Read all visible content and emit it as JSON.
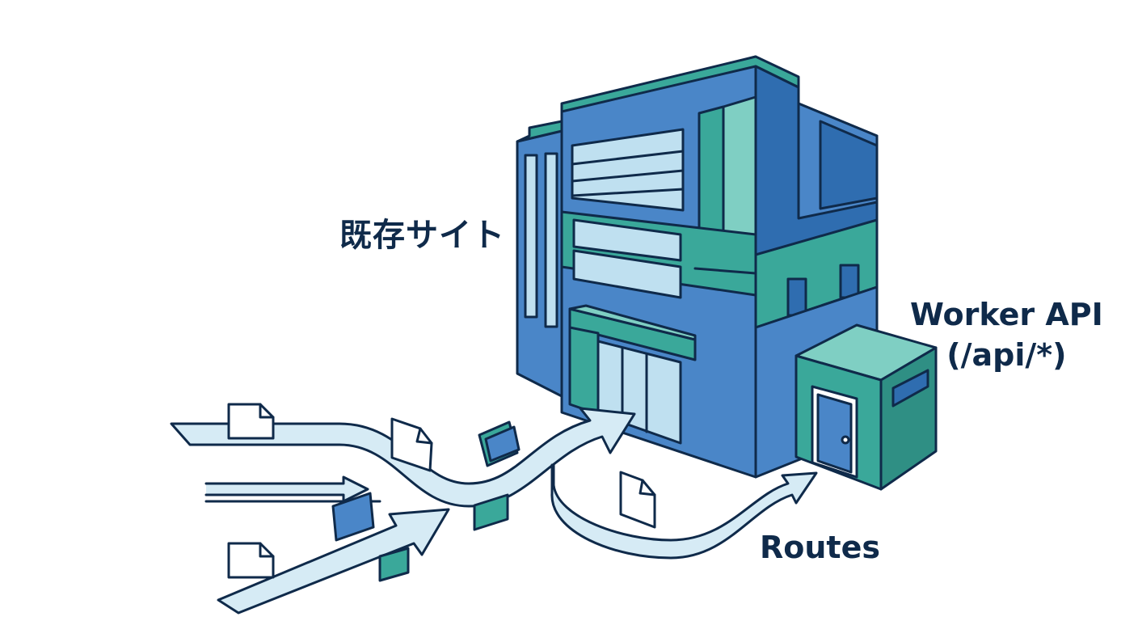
{
  "labels": {
    "existing_site": "既存サイト",
    "worker_api_line1": "Worker API",
    "worker_api_line2": "(/api/*)",
    "routes": "Routes"
  },
  "colors": {
    "outline": "#0f2a4a",
    "blue_main": "#4a86c8",
    "blue_dark": "#2f6db0",
    "blue_light": "#bfe0f0",
    "teal": "#3aa89a",
    "teal_light": "#7fcfc3",
    "arrow_fill": "#d6ebf5"
  }
}
